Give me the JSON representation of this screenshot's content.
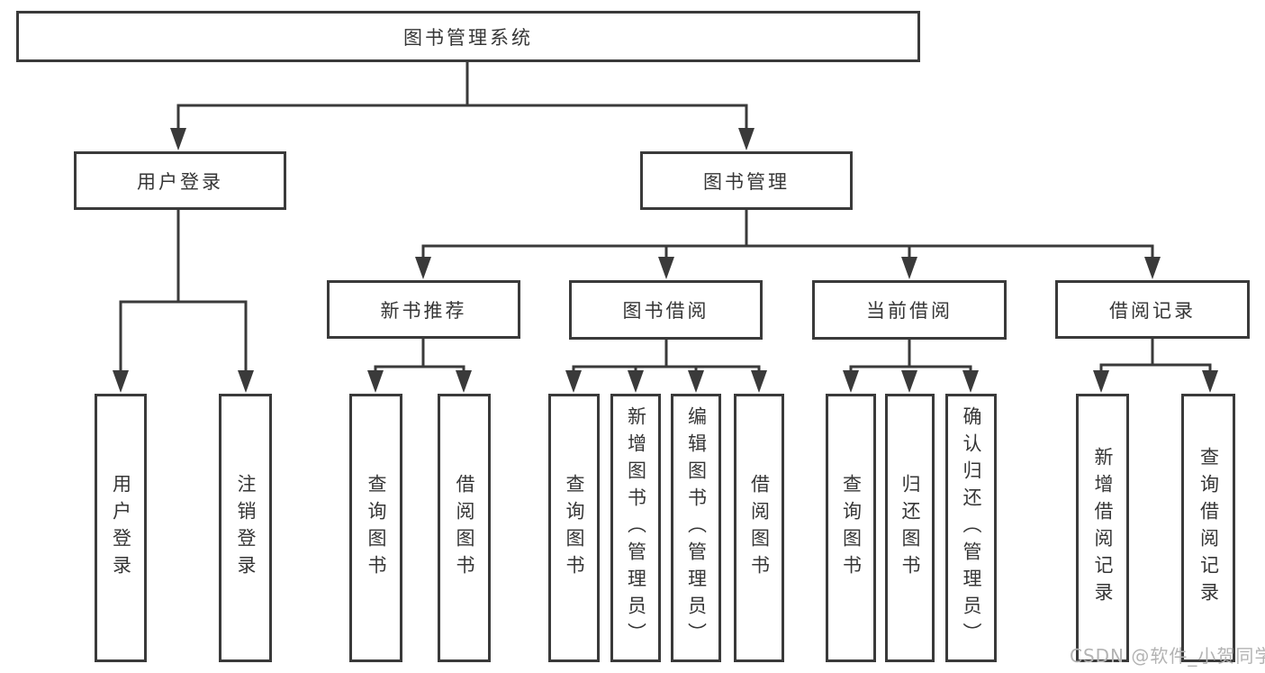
{
  "diagram": {
    "root": {
      "label": "图书管理系统"
    },
    "branches": [
      {
        "label": "用户登录",
        "children": [
          {
            "label": "用户登录"
          },
          {
            "label": "注销登录"
          }
        ]
      },
      {
        "label": "图书管理",
        "children": [
          {
            "label": "新书推荐",
            "children": [
              {
                "label": "查询图书"
              },
              {
                "label": "借阅图书"
              }
            ]
          },
          {
            "label": "图书借阅",
            "children": [
              {
                "label": "查询图书"
              },
              {
                "label": "新增图书（管理员）"
              },
              {
                "label": "编辑图书（管理员）"
              },
              {
                "label": "借阅图书"
              }
            ]
          },
          {
            "label": "当前借阅",
            "children": [
              {
                "label": "查询图书"
              },
              {
                "label": "归还图书"
              },
              {
                "label": "确认归还（管理员）"
              }
            ]
          },
          {
            "label": "借阅记录",
            "children": [
              {
                "label": "新增借阅记录"
              },
              {
                "label": "查询借阅记录"
              }
            ]
          }
        ]
      }
    ]
  },
  "watermark": {
    "text": "CSDN @软件_小贺同学"
  },
  "colors": {
    "line": "#3a3a3a",
    "box_border": "#3a3a3a",
    "text": "#363636",
    "watermark": "#b3b3b3",
    "background": "#ffffff"
  }
}
